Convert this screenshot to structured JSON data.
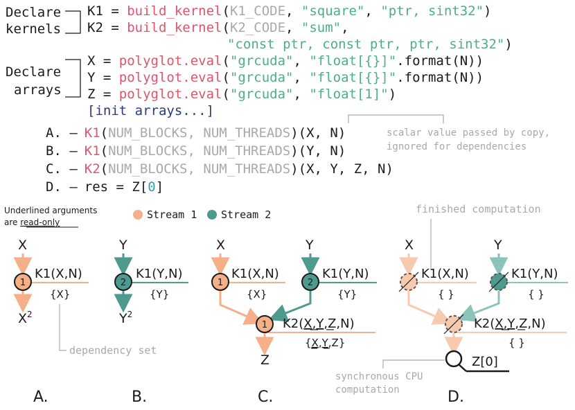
{
  "colors": {
    "text": "#1a1a1a",
    "func": "#e0556a",
    "str": "#4caf86",
    "gray": "#a9a9a9",
    "navy": "#2a3a7a",
    "teal_digit": "#2aa6a6",
    "stream1": "#f5b08a",
    "stream2": "#4f9a8f",
    "stream1_light": "#f7c9ad",
    "stream2_light": "#8cc3bd"
  },
  "code": {
    "declare_kernels": [
      "Declare",
      "kernels"
    ],
    "declare_arrays": [
      "Declare",
      "arrays"
    ],
    "line1": {
      "a": "K1 = ",
      "fn": "build_kernel",
      "b": "(",
      "c": "K1_CODE",
      "d": ", ",
      "s1": "\"square\"",
      "e": ", ",
      "s2": "\"ptr, sint32\"",
      "f": ")"
    },
    "line2": {
      "a": "K2 = ",
      "fn": "build_kernel",
      "b": "(",
      "c": "K2_CODE",
      "d": ", ",
      "s1": "\"sum\"",
      "e": ","
    },
    "line3": {
      "s": "\"const ptr, const ptr, ptr, sint32\"",
      "f": ")"
    },
    "line4": {
      "a": "X = ",
      "fn": "polyglot.eval",
      "b": "(",
      "s1": "\"grcuda\"",
      "d": ", ",
      "s2": "\"float[{}]\"",
      "f": ".format(N))"
    },
    "line5": {
      "a": "Y = ",
      "fn": "polyglot.eval",
      "b": "(",
      "s1": "\"grcuda\"",
      "d": ", ",
      "s2": "\"float[{}]\"",
      "f": ".format(N))"
    },
    "line6": {
      "a": "Z = ",
      "fn": "polyglot.eval",
      "b": "(",
      "s1": "\"grcuda\"",
      "d": ", ",
      "s2": "\"float[1]\"",
      "f": ")"
    },
    "init": "[init arrays...]",
    "lineA": {
      "lbl": "A. —",
      "k": "K1",
      "b": "(",
      "g": "NUM_BLOCKS, NUM_THREADS",
      "c": ")(X, N)"
    },
    "lineB": {
      "lbl": "B. —",
      "k": "K1",
      "b": "(",
      "g": "NUM_BLOCKS, NUM_THREADS",
      "c": ")(Y, N)"
    },
    "lineC": {
      "lbl": "C. —",
      "k": "K2",
      "b": "(",
      "g": "NUM_BLOCKS, NUM_THREADS",
      "c": ")(X, Y, Z, N)"
    },
    "lineD": {
      "lbl": "D. —",
      "a": "res = Z[",
      "n": "0",
      "c": "]"
    },
    "scalar_note": [
      "scalar value passed by copy,",
      "ignored for dependencies"
    ]
  },
  "legend": {
    "note": [
      "Underlined arguments",
      "are ",
      "read-only"
    ],
    "stream1": "Stream 1",
    "stream2": "Stream 2"
  },
  "panels": {
    "A": {
      "letter": "A.",
      "in": "X",
      "node": "1",
      "call": "K1(X,N)",
      "deps": "{X}",
      "out_base": "X",
      "out_sup": "2"
    },
    "B": {
      "letter": "B.",
      "in": "Y",
      "node": "2",
      "call": "K1(Y,N)",
      "deps": "{Y}",
      "out_base": "Y",
      "out_sup": "2"
    },
    "C": {
      "letter": "C.",
      "in1": "X",
      "in2": "Y",
      "node1": "1",
      "node2": "2",
      "node3": "1",
      "call1": "K1(X,N)",
      "call2": "K1(Y,N)",
      "deps1": "{X}",
      "deps2": "{Y}",
      "call3": [
        "K2(",
        "X",
        ",",
        "Y",
        ",Z,N)"
      ],
      "deps3": [
        "{",
        "X",
        ",",
        "Y",
        ",Z}"
      ],
      "out": "Z"
    },
    "D": {
      "letter": "D.",
      "in1": "X",
      "in2": "Y",
      "call1": "K1(X,N)",
      "call2": "K1(Y,N)",
      "deps1": "{ }",
      "deps2": "{ }",
      "call3": [
        "K2(",
        "X",
        ",",
        "Y",
        ",Z,N)"
      ],
      "deps3": "{ }",
      "res": "Z[0]"
    }
  },
  "annotations": {
    "dependency_set": "dependency set",
    "finished": "finished computation",
    "sync": [
      "synchronous CPU",
      "computation"
    ]
  }
}
